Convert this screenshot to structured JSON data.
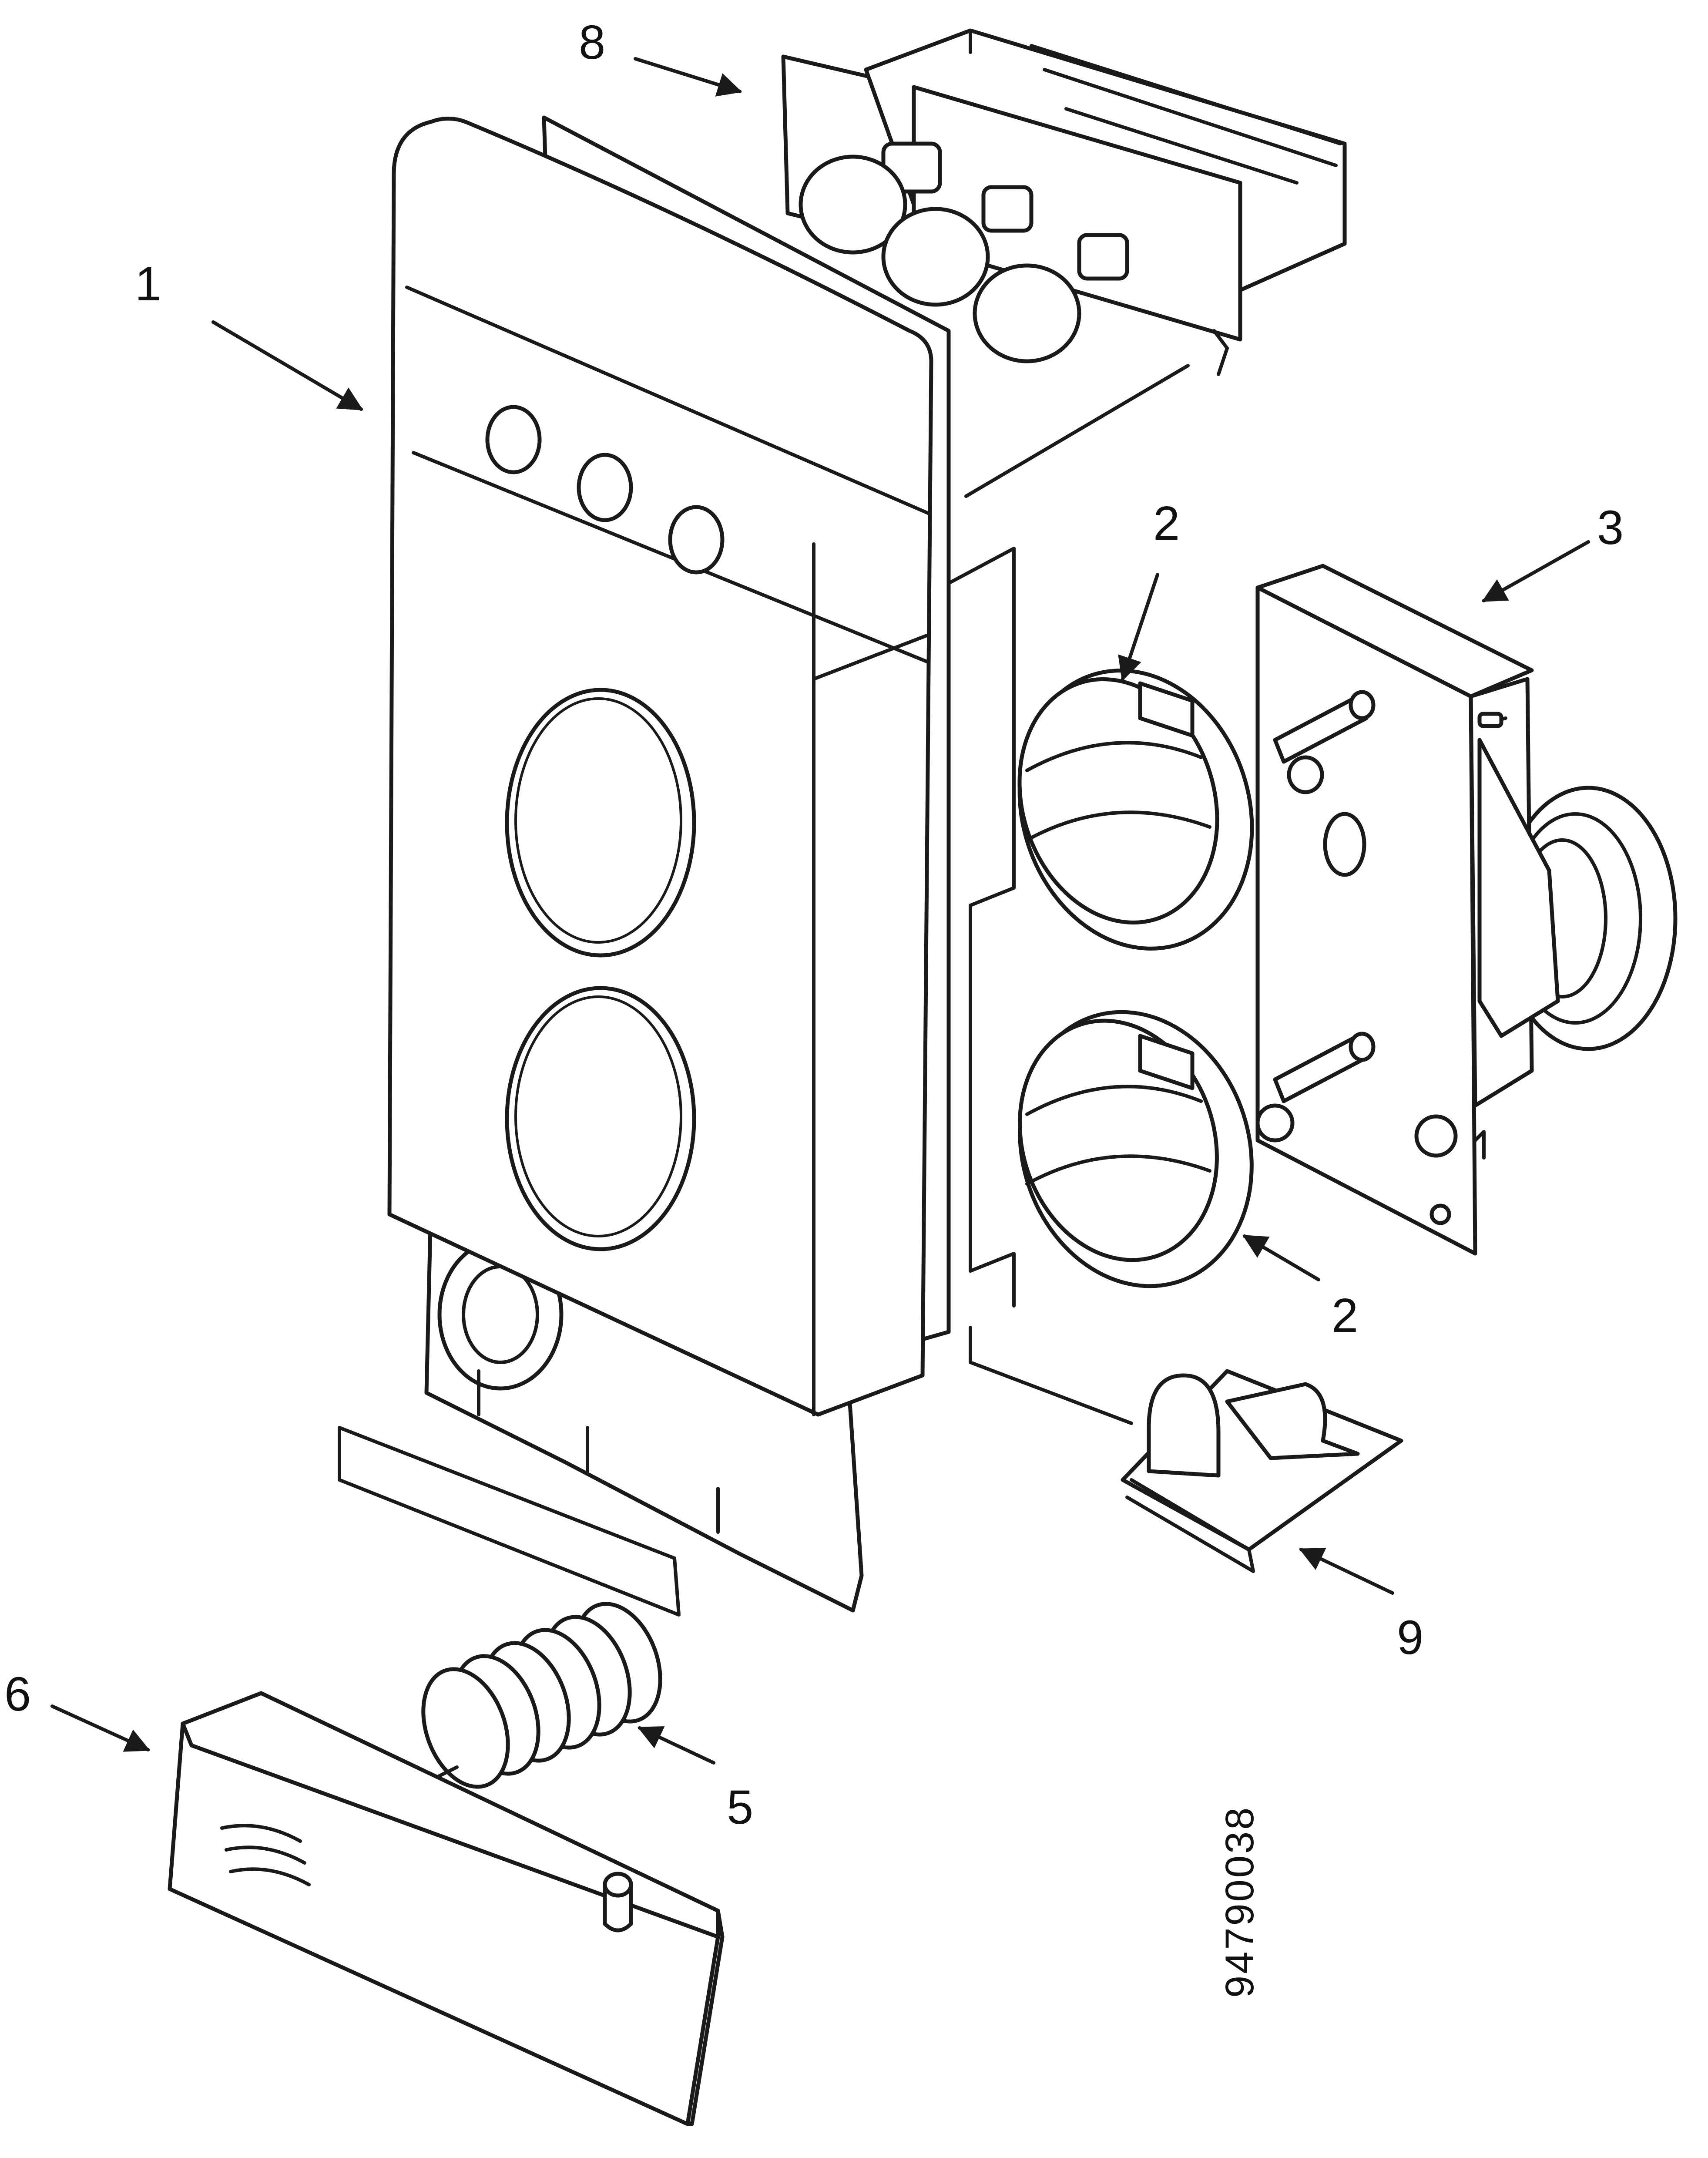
{
  "callouts": {
    "c1": "1",
    "c2a": "2",
    "c2b": "2",
    "c3": "3",
    "c5": "5",
    "c6": "6",
    "c8": "8",
    "c9": "9"
  },
  "document_number": "94790038",
  "colors": {
    "ink": "#1a1a1a",
    "paper": "#ffffff"
  }
}
